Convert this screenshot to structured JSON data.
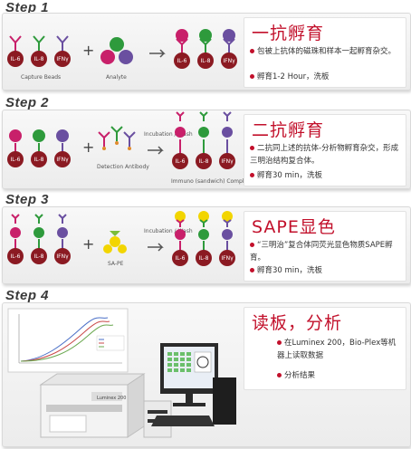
{
  "steps": [
    {
      "heading": "Step 1",
      "title": "一抗孵育",
      "bullets": [
        "包被上抗体的磁珠和样本一起孵育杂交。",
        "孵育1-2 Hour，洗板"
      ],
      "labels": {
        "beads": "Capture Beads",
        "analyte": "Analyte"
      }
    },
    {
      "heading": "Step 2",
      "title": "二抗孵育",
      "bullets": [
        "二抗同上述的抗体-分析物孵育杂交，形成三明治结构复合体。",
        "孵育30 min，洗板"
      ],
      "labels": {
        "detection": "Detection Antibody",
        "incubation": "Incubation / Wash",
        "complex": "Immuno (sandwich) Complex"
      }
    },
    {
      "heading": "Step 3",
      "title": "SAPE显色",
      "bullets": [
        "“三明治”复合体同荧光显色物质SAPE孵育。",
        "孵育30 min，洗板"
      ],
      "labels": {
        "sape": "SA-PE",
        "incubation": "Incubation / Wash"
      }
    },
    {
      "heading": "Step 4",
      "title": "读板，分析",
      "bullets": [
        "在Luminex 200，Bio-Plex等机器上读取数据",
        "分析结果"
      ],
      "labels": {
        "instrument": "Luminex 200"
      }
    }
  ],
  "bead_labels": [
    "IL-6",
    "IL-8",
    "IFNγ"
  ],
  "colors": {
    "il6": "#c8206a",
    "il8": "#2e9a3c",
    "ifn": "#6a4fa0",
    "accent": "#c2102b",
    "sape": "#f2d500"
  }
}
